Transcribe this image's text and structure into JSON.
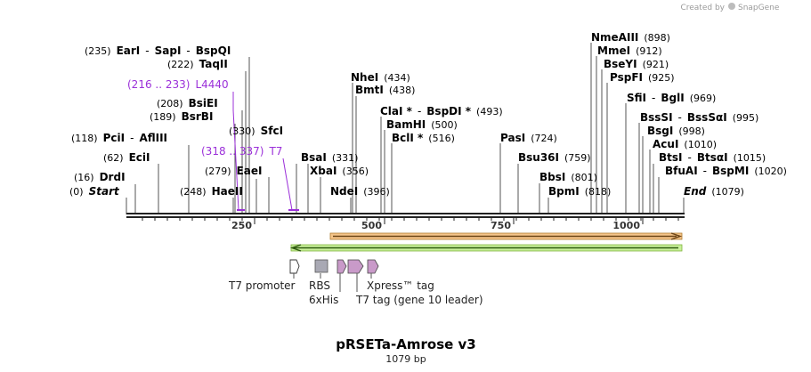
{
  "credit": {
    "prefix": "Created by",
    "brand": "SnapGene"
  },
  "title": "pRSETa-Amrose v3",
  "subtitle": "1079 bp",
  "length": 1079,
  "scale_ticks": [
    "250",
    "500",
    "750",
    "1000"
  ],
  "labels": [
    {
      "id": "ear",
      "parts": [
        [
          "pos",
          "(235)"
        ],
        [
          "enz",
          "EarI"
        ],
        [
          "sep",
          "-"
        ],
        [
          "enz",
          "SapI"
        ],
        [
          "sep",
          "-"
        ],
        [
          "enz",
          "BspQI"
        ]
      ]
    },
    {
      "id": "taq",
      "parts": [
        [
          "pos",
          "(222)"
        ],
        [
          "enz",
          "TaqII"
        ]
      ]
    },
    {
      "id": "l4440",
      "parts": [
        [
          "purple",
          "(216 .. 233)"
        ],
        [
          "purple",
          "L4440"
        ]
      ]
    },
    {
      "id": "bsie",
      "parts": [
        [
          "pos",
          "(208)"
        ],
        [
          "enz",
          "BsiEI"
        ]
      ]
    },
    {
      "id": "bsrb",
      "parts": [
        [
          "pos",
          "(189)"
        ],
        [
          "enz",
          "BsrBI"
        ]
      ]
    },
    {
      "id": "pci",
      "parts": [
        [
          "pos",
          "(118)"
        ],
        [
          "enz",
          "PciI"
        ],
        [
          "sep",
          "-"
        ],
        [
          "enz",
          "AflIII"
        ]
      ]
    },
    {
      "id": "sfc",
      "parts": [
        [
          "pos",
          "(330)"
        ],
        [
          "enz",
          "SfcI"
        ]
      ]
    },
    {
      "id": "t7site",
      "parts": [
        [
          "purple",
          "(318 .. 337)"
        ],
        [
          "purple",
          "T7"
        ]
      ]
    },
    {
      "id": "eci",
      "parts": [
        [
          "pos",
          "(62)"
        ],
        [
          "enz",
          "EciI"
        ]
      ]
    },
    {
      "id": "eae",
      "parts": [
        [
          "pos",
          "(279)"
        ],
        [
          "enz",
          "EaeI"
        ]
      ]
    },
    {
      "id": "drd",
      "parts": [
        [
          "pos",
          "(16)"
        ],
        [
          "enz",
          "DrdI"
        ]
      ]
    },
    {
      "id": "start",
      "parts": [
        [
          "pos",
          "(0)"
        ],
        [
          "enz it",
          "Start"
        ]
      ]
    },
    {
      "id": "hae",
      "parts": [
        [
          "pos",
          "(248)"
        ],
        [
          "enz",
          "HaeII"
        ]
      ]
    },
    {
      "id": "bsa",
      "parts": [
        [
          "enz",
          "BsaI"
        ],
        [
          "pos",
          "(331)"
        ]
      ]
    },
    {
      "id": "xba",
      "parts": [
        [
          "enz",
          "XbaI"
        ],
        [
          "pos",
          "(356)"
        ]
      ]
    },
    {
      "id": "nde",
      "parts": [
        [
          "enz",
          "NdeI"
        ],
        [
          "pos",
          "(396)"
        ]
      ]
    },
    {
      "id": "nhe",
      "parts": [
        [
          "enz",
          "NheI"
        ],
        [
          "pos",
          "(434)"
        ]
      ]
    },
    {
      "id": "bmt",
      "parts": [
        [
          "enz",
          "BmtI"
        ],
        [
          "pos",
          "(438)"
        ]
      ]
    },
    {
      "id": "cla",
      "parts": [
        [
          "enz",
          "ClaI *"
        ],
        [
          "sep",
          "-"
        ],
        [
          "enz",
          "BspDI *"
        ],
        [
          "pos",
          "(493)"
        ]
      ]
    },
    {
      "id": "bam",
      "parts": [
        [
          "enz",
          "BamHI"
        ],
        [
          "pos",
          "(500)"
        ]
      ]
    },
    {
      "id": "bcl",
      "parts": [
        [
          "enz",
          "BclI *"
        ],
        [
          "pos",
          "(516)"
        ]
      ]
    },
    {
      "id": "pas",
      "parts": [
        [
          "enz",
          "PasI"
        ],
        [
          "pos",
          "(724)"
        ]
      ]
    },
    {
      "id": "bsu",
      "parts": [
        [
          "enz",
          "Bsu36I"
        ],
        [
          "pos",
          "(759)"
        ]
      ]
    },
    {
      "id": "bbs",
      "parts": [
        [
          "enz",
          "BbsI"
        ],
        [
          "pos",
          "(801)"
        ]
      ]
    },
    {
      "id": "bpm",
      "parts": [
        [
          "enz",
          "BpmI"
        ],
        [
          "pos",
          "(818)"
        ]
      ]
    },
    {
      "id": "nmea",
      "parts": [
        [
          "enz",
          "NmeAIII"
        ],
        [
          "pos",
          "(898)"
        ]
      ]
    },
    {
      "id": "mme",
      "parts": [
        [
          "enz",
          "MmeI"
        ],
        [
          "pos",
          "(912)"
        ]
      ]
    },
    {
      "id": "bsey",
      "parts": [
        [
          "enz",
          "BseYI"
        ],
        [
          "pos",
          "(921)"
        ]
      ]
    },
    {
      "id": "pspf",
      "parts": [
        [
          "enz",
          "PspFI"
        ],
        [
          "pos",
          "(925)"
        ]
      ]
    },
    {
      "id": "sfi",
      "parts": [
        [
          "enz",
          "SfiI"
        ],
        [
          "sep",
          "-"
        ],
        [
          "enz",
          "BglI"
        ],
        [
          "pos",
          "(969)"
        ]
      ]
    },
    {
      "id": "bsss",
      "parts": [
        [
          "enz",
          "BssSI"
        ],
        [
          "sep",
          "-"
        ],
        [
          "enz",
          "BssSαI"
        ],
        [
          "pos",
          "(995)"
        ]
      ]
    },
    {
      "id": "bsg",
      "parts": [
        [
          "enz",
          "BsgI"
        ],
        [
          "pos",
          "(998)"
        ]
      ]
    },
    {
      "id": "acu",
      "parts": [
        [
          "enz",
          "AcuI"
        ],
        [
          "pos",
          "(1010)"
        ]
      ]
    },
    {
      "id": "bts",
      "parts": [
        [
          "enz",
          "BtsI"
        ],
        [
          "sep",
          "-"
        ],
        [
          "enz",
          "BtsαI"
        ],
        [
          "pos",
          "(1015)"
        ]
      ]
    },
    {
      "id": "bfua",
      "parts": [
        [
          "enz",
          "BfuAI"
        ],
        [
          "sep",
          "-"
        ],
        [
          "enz",
          "BspMI"
        ],
        [
          "pos",
          "(1020)"
        ]
      ]
    },
    {
      "id": "end",
      "parts": [
        [
          "enz it",
          "End"
        ],
        [
          "pos",
          "(1079)"
        ]
      ]
    }
  ],
  "features": {
    "t7_promoter": "T7 promoter",
    "rbs": "RBS",
    "his": "6xHis",
    "xpress": "Xpress™ tag",
    "t7_tag": "T7 tag (gene 10 leader)"
  },
  "colors": {
    "primer": "#9b30d9",
    "orange_feature": "#f5c58a",
    "green_feature": "#c8ef9a",
    "rbs_box": "#a9a9b4",
    "tag_arrow": "#c99ac9"
  }
}
